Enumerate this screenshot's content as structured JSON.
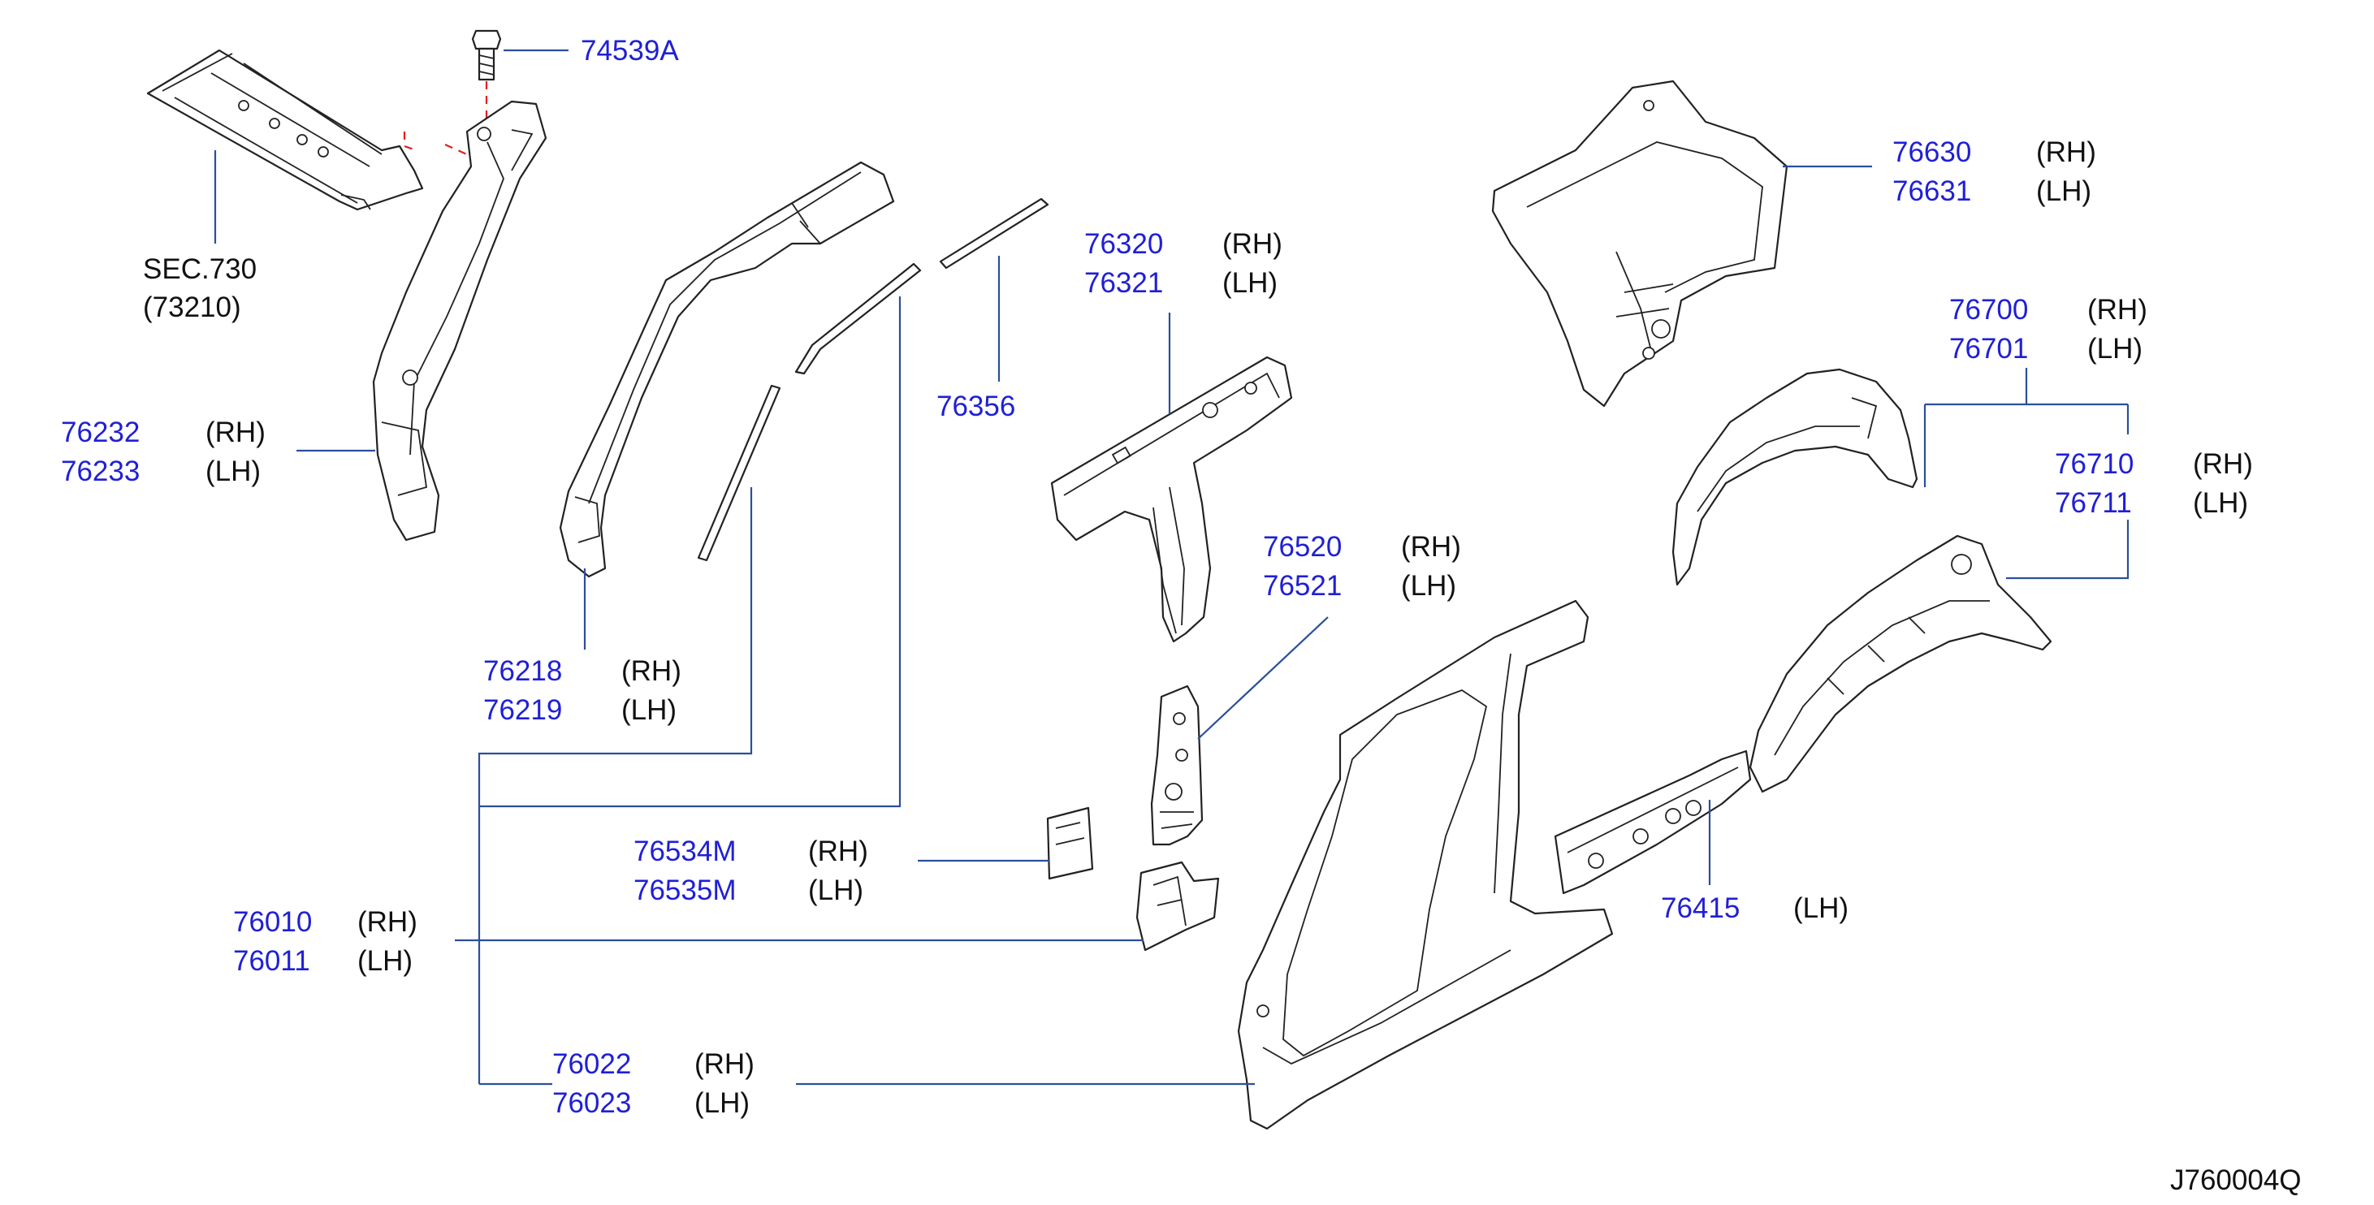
{
  "diagram_code": "J760004Q",
  "callouts": [
    {
      "id": "bolt",
      "part_number": "74539A"
    },
    {
      "id": "sec730",
      "line1": "SEC.730",
      "line2": "(73210)"
    },
    {
      "id": "p76232",
      "part_number": "76232",
      "suffix": "(RH)",
      "part_number_2": "76233",
      "suffix_2": "(LH)"
    },
    {
      "id": "p76218",
      "part_number": "76218",
      "suffix": "(RH)",
      "part_number_2": "76219",
      "suffix_2": "(LH)"
    },
    {
      "id": "p76356",
      "part_number": "76356"
    },
    {
      "id": "p76320",
      "part_number": "76320",
      "suffix": "(RH)",
      "part_number_2": "76321",
      "suffix_2": "(LH)"
    },
    {
      "id": "p76520",
      "part_number": "76520",
      "suffix": "(RH)",
      "part_number_2": "76521",
      "suffix_2": "(LH)"
    },
    {
      "id": "p76534",
      "part_number": "76534M",
      "suffix": "(RH)",
      "part_number_2": "76535M",
      "suffix_2": "(LH)"
    },
    {
      "id": "p76010",
      "part_number": "76010",
      "suffix": "(RH)",
      "part_number_2": "76011",
      "suffix_2": "(LH)"
    },
    {
      "id": "p76022",
      "part_number": "76022",
      "suffix": "(RH)",
      "part_number_2": "76023",
      "suffix_2": "(LH)"
    },
    {
      "id": "p76630",
      "part_number": "76630",
      "suffix": "(RH)",
      "part_number_2": "76631",
      "suffix_2": "(LH)"
    },
    {
      "id": "p76700",
      "part_number": "76700",
      "suffix": "(RH)",
      "part_number_2": "76701",
      "suffix_2": "(LH)"
    },
    {
      "id": "p76710",
      "part_number": "76710",
      "suffix": "(RH)",
      "part_number_2": "76711",
      "suffix_2": "(LH)"
    },
    {
      "id": "p76415",
      "part_number": "76415",
      "suffix": "(LH)"
    }
  ],
  "colors": {
    "part_number": "#1f1fd6",
    "leader_line": "#2b4f9a",
    "outline": "#222222",
    "dashed_guide": "#e02020"
  }
}
